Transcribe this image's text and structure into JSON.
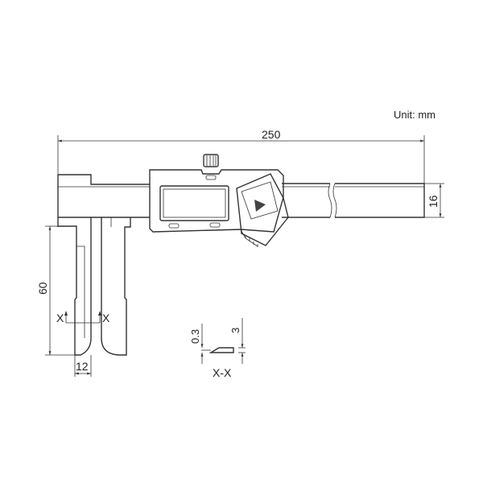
{
  "unit_label": "Unit: mm",
  "dimensions": {
    "overall_length": "250",
    "beam_height": "16",
    "jaw_depth": "60",
    "jaw_width": "12",
    "tip_thickness": "0.3",
    "section_thickness": "3"
  },
  "section": {
    "marker_left": "X",
    "marker_right": "X",
    "label": "X-X"
  },
  "colors": {
    "line": "#333333",
    "background": "#ffffff"
  }
}
